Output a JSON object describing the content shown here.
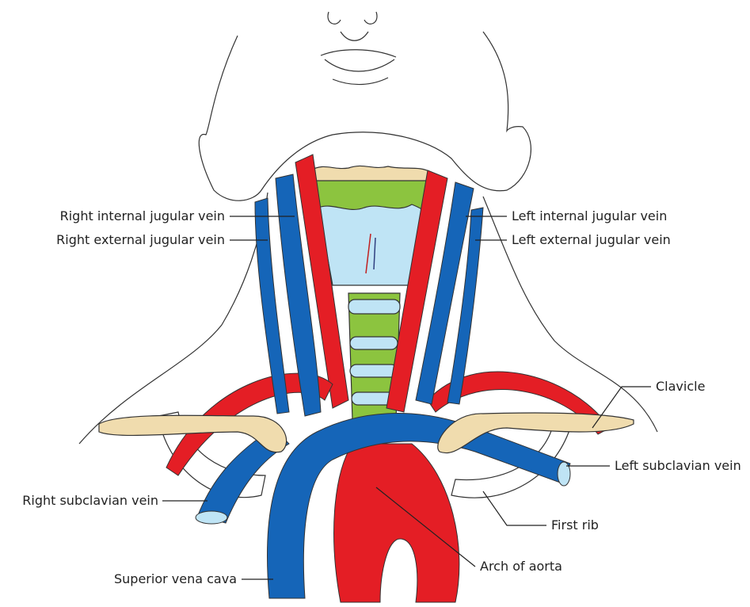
{
  "labels": {
    "right_internal_jugular": "Right internal jugular vein",
    "right_external_jugular": "Right external jugular vein",
    "left_internal_jugular": "Left internal jugular vein",
    "left_external_jugular": "Left external jugular vein",
    "clavicle": "Clavicle",
    "left_subclavian": "Left subclavian vein",
    "right_subclavian": "Right subclavian vein",
    "first_rib": "First rib",
    "superior_vena_cava": "Superior vena cava",
    "arch_of_aorta": "Arch of aorta"
  },
  "colors": {
    "vein": "#1565b8",
    "artery": "#e41e25",
    "bone": "#f0dcae",
    "cartilage": "#8cc43f",
    "trachea_light": "#bfe4f5",
    "outline": "#333333"
  }
}
